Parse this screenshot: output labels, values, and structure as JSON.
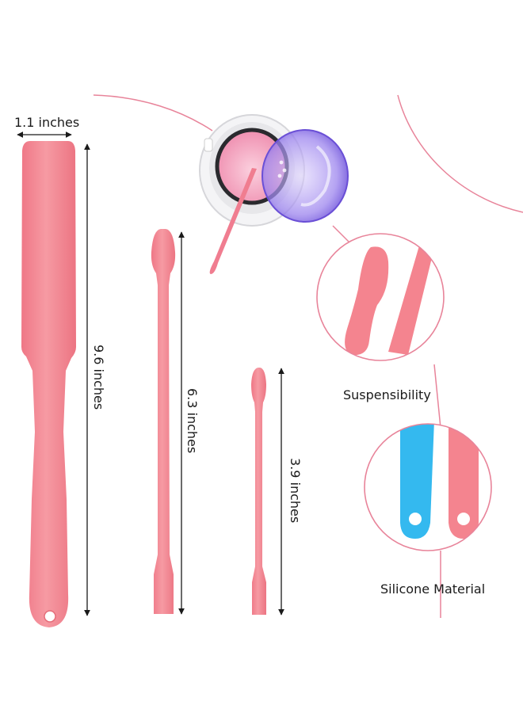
{
  "dimensions": {
    "width_label": "1.1 inches",
    "large_length_label": "9.6 inches",
    "medium_length_label": "6.3 inches",
    "small_length_label": "3.9 inches"
  },
  "features": [
    {
      "label": "Suspensibility"
    },
    {
      "label": "Silicone Material"
    }
  ],
  "colors": {
    "spatula": "#f4848f",
    "spatula_shade": "#e66d7a",
    "accent_line": "#e8849a",
    "silicone_blue": "#34b9ef",
    "wax_pink": "#f6b0c6",
    "lid_purple": "#8a6ee6",
    "arrow": "#1a1a1a"
  }
}
